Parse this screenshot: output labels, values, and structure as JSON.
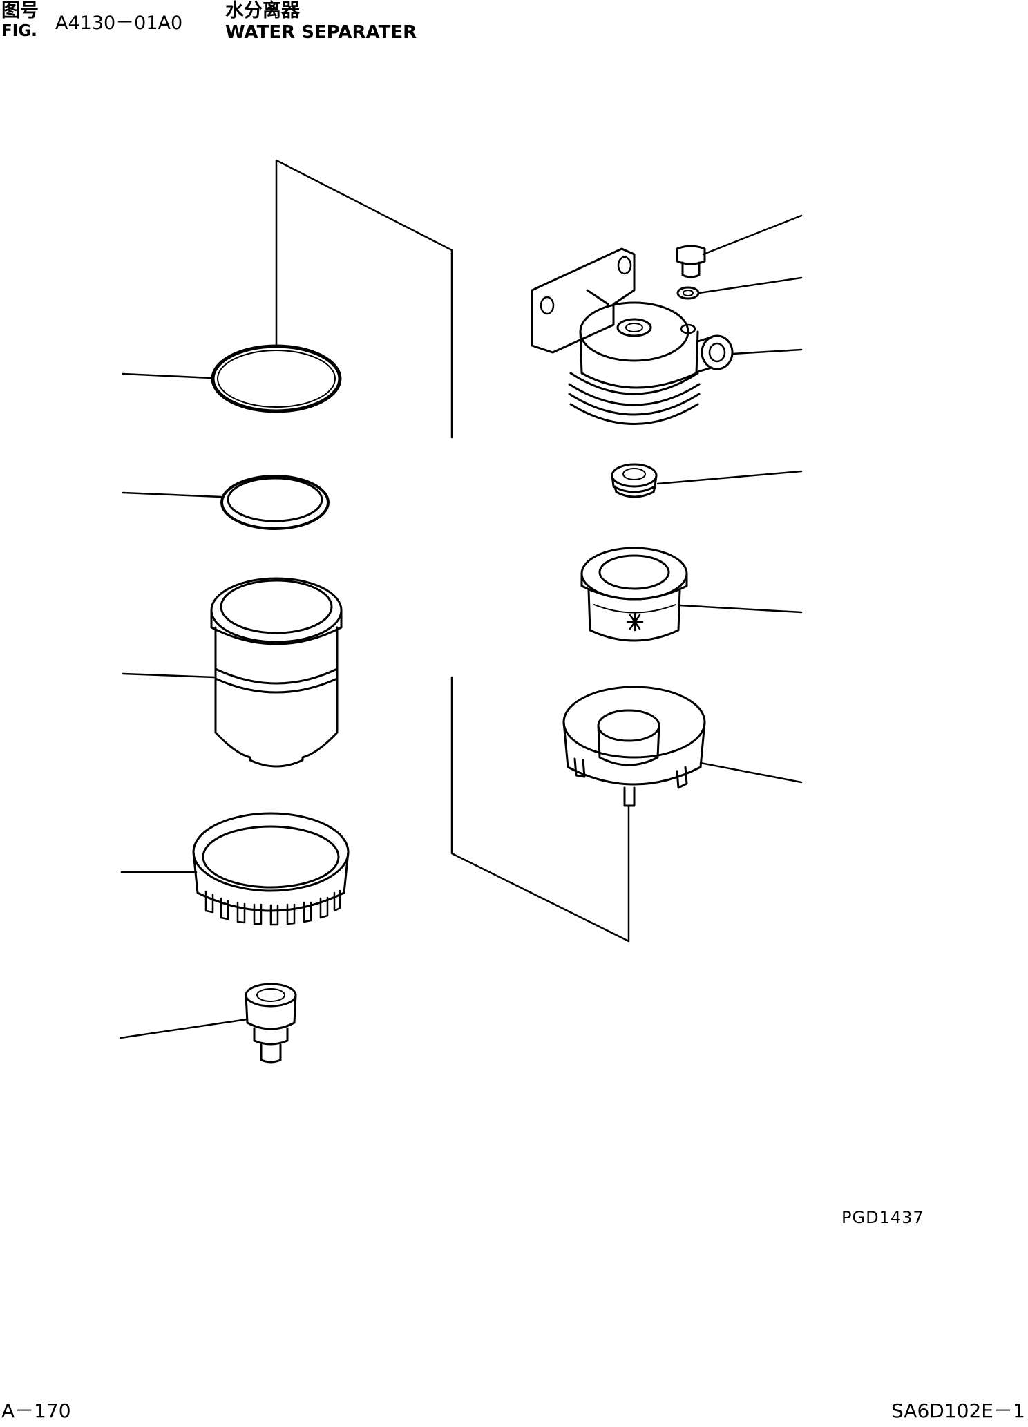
{
  "header": {
    "fig_label_jp": "图号",
    "fig_label_en": "FIG.",
    "fig_number": "A4130－01A0",
    "title_jp": "水分离器",
    "title_en": "WATER SEPARATER"
  },
  "diagram": {
    "drawing_code": "PGD1437",
    "parts": [
      "o-ring-large",
      "gasket-ring",
      "filter-element",
      "retaining-ring",
      "drain-valve",
      "bolt",
      "washer",
      "head-bracket",
      "grommet",
      "filter-bowl",
      "bottom-cap"
    ]
  },
  "footer": {
    "page_left": "A－170",
    "page_right": "SA6D102E－1"
  }
}
